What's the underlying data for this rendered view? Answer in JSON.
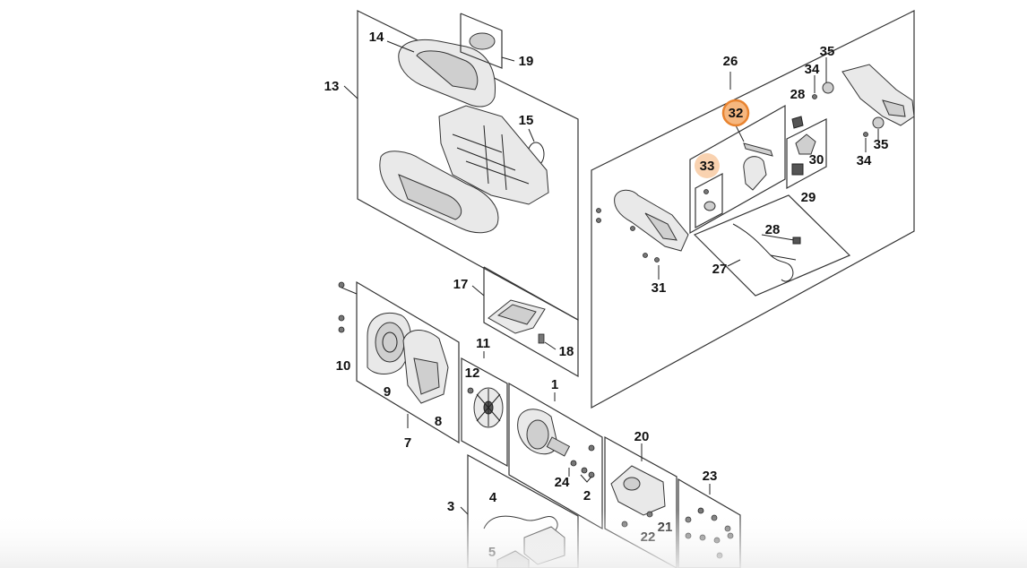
{
  "callouts": {
    "c1": "1",
    "c2": "2",
    "c3": "3",
    "c4": "4",
    "c5": "5",
    "c7": "7",
    "c8": "8",
    "c9": "9",
    "c10": "10",
    "c11": "11",
    "c12": "12",
    "c13": "13",
    "c14": "14",
    "c15": "15",
    "c17": "17",
    "c18": "18",
    "c19": "19",
    "c20": "20",
    "c21": "21",
    "c22": "22",
    "c23": "23",
    "c24": "24",
    "c26": "26",
    "c27": "27",
    "c28a": "28",
    "c28b": "28",
    "c29": "29",
    "c30": "30",
    "c31": "31",
    "c32": "32",
    "c33": "33",
    "c34a": "34",
    "c34b": "34",
    "c35a": "35",
    "c35b": "35"
  },
  "colors": {
    "highlight_strong": "#e8832f",
    "highlight_strong_fill": "#f6b77f",
    "highlight_soft_fill": "#f9d2b0",
    "line": "#222222"
  }
}
